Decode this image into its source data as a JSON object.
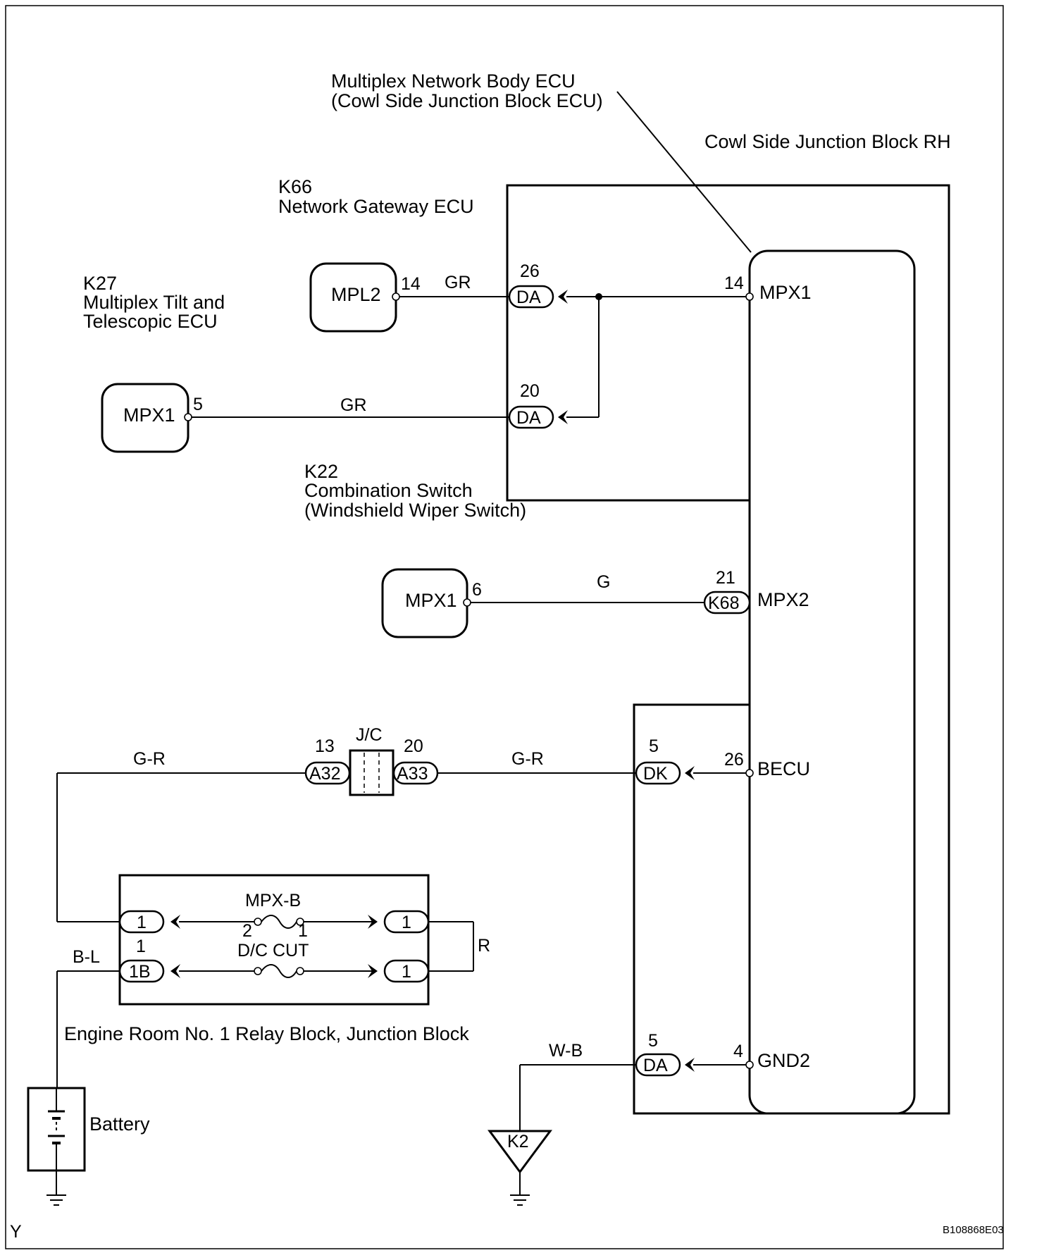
{
  "labels": {
    "body_ecu_1": "Multiplex Network Body ECU",
    "body_ecu_2": "(Cowl Side Junction Block ECU)",
    "cowl_block": "Cowl Side Junction Block RH",
    "k66_code": "K66",
    "k66_name": "Network Gateway ECU",
    "k27_code": "K27",
    "k27_name_1": "Multiplex Tilt and",
    "k27_name_2": "Telescopic ECU",
    "k22_code": "K22",
    "k22_name_1": "Combination Switch",
    "k22_name_2": "(Windshield Wiper Switch)",
    "jc": "J/C",
    "relay_block": "Engine Room No. 1 Relay Block, Junction Block",
    "battery": "Battery",
    "fuse1": "MPX-B",
    "fuse2": "D/C CUT",
    "fuse1_pin_left": "2",
    "fuse1_pin_right": "1",
    "footer_left": "Y",
    "footer_right": "B108868E03"
  },
  "components": {
    "mpl2": "MPL2",
    "k27_mpx1": "MPX1",
    "k22_mpx1": "MPX1",
    "ground": "K2"
  },
  "connectors": {
    "da26": {
      "name": "DA",
      "pin": "26"
    },
    "da20": {
      "name": "DA",
      "pin": "20"
    },
    "k68": {
      "name": "K68",
      "pin": "21"
    },
    "dk5": {
      "name": "DK",
      "pin": "5"
    },
    "da5": {
      "name": "DA",
      "pin": "5"
    },
    "a32": {
      "name": "A32",
      "pin": "13"
    },
    "a33": {
      "name": "A33",
      "pin": "20"
    },
    "r1_left": {
      "name": "1",
      "pin": ""
    },
    "r1_right": {
      "name": "1",
      "pin": ""
    },
    "r1b_left": {
      "name": "1B",
      "pin": "1"
    },
    "r1b_right": {
      "name": "1",
      "pin": ""
    }
  },
  "pins": {
    "mpl2": "14",
    "k27": "5",
    "k22": "6",
    "ecu_mpx1": "14",
    "ecu_becu": "26",
    "ecu_gnd2": "4"
  },
  "terminals": {
    "mpx1": "MPX1",
    "mpx2": "MPX2",
    "becu": "BECU",
    "gnd2": "GND2"
  },
  "wires": {
    "gr1": "GR",
    "gr2": "GR",
    "g": "G",
    "gr_left": "G-R",
    "gr_right": "G-R",
    "r": "R",
    "bl": "B-L",
    "wb": "W-B"
  }
}
